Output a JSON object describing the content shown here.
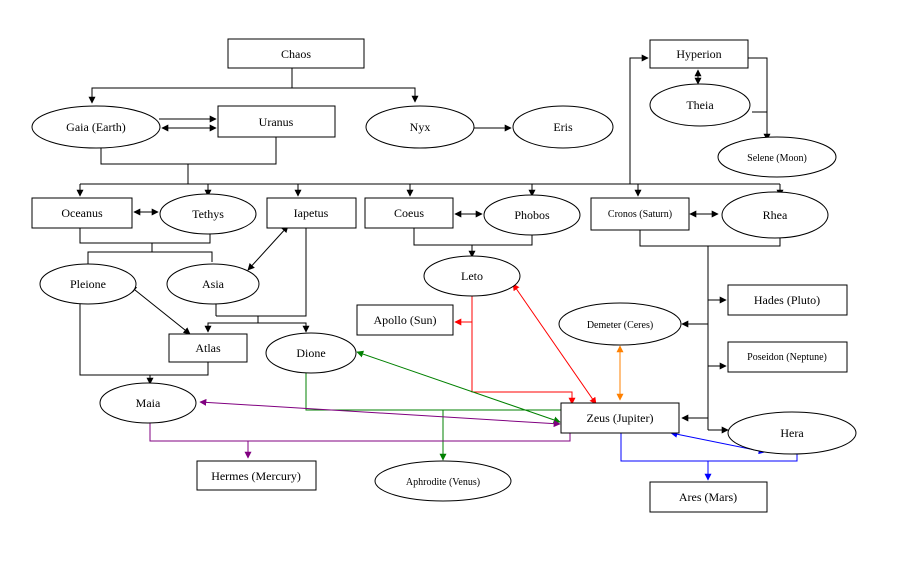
{
  "nodes": [
    {
      "id": "chaos",
      "label": "Chaos",
      "shape": "rect"
    },
    {
      "id": "gaia",
      "label": "Gaia (Earth)",
      "shape": "ellipse"
    },
    {
      "id": "uranus",
      "label": "Uranus",
      "shape": "rect"
    },
    {
      "id": "nyx",
      "label": "Nyx",
      "shape": "ellipse"
    },
    {
      "id": "eris",
      "label": "Eris",
      "shape": "ellipse"
    },
    {
      "id": "hyperion",
      "label": "Hyperion",
      "shape": "rect"
    },
    {
      "id": "theia",
      "label": "Theia",
      "shape": "ellipse"
    },
    {
      "id": "selene",
      "label": "Selene (Moon)",
      "shape": "ellipse"
    },
    {
      "id": "oceanus",
      "label": "Oceanus",
      "shape": "rect"
    },
    {
      "id": "tethys",
      "label": "Tethys",
      "shape": "ellipse"
    },
    {
      "id": "iapetus",
      "label": "Iapetus",
      "shape": "rect"
    },
    {
      "id": "coeus",
      "label": "Coeus",
      "shape": "rect"
    },
    {
      "id": "phobos",
      "label": "Phobos",
      "shape": "ellipse"
    },
    {
      "id": "cronos",
      "label": "Cronos (Saturn)",
      "shape": "rect"
    },
    {
      "id": "rhea",
      "label": "Rhea",
      "shape": "ellipse"
    },
    {
      "id": "pleione",
      "label": "Pleione",
      "shape": "ellipse"
    },
    {
      "id": "asia",
      "label": "Asia",
      "shape": "ellipse"
    },
    {
      "id": "leto",
      "label": "Leto",
      "shape": "ellipse"
    },
    {
      "id": "apollo",
      "label": "Apollo (Sun)",
      "shape": "rect"
    },
    {
      "id": "hades",
      "label": "Hades (Pluto)",
      "shape": "rect"
    },
    {
      "id": "demeter",
      "label": "Demeter (Ceres)",
      "shape": "ellipse"
    },
    {
      "id": "atlas",
      "label": "Atlas",
      "shape": "rect"
    },
    {
      "id": "dione",
      "label": "Dione",
      "shape": "ellipse"
    },
    {
      "id": "poseidon",
      "label": "Poseidon (Neptune)",
      "shape": "rect"
    },
    {
      "id": "maia",
      "label": "Maia",
      "shape": "ellipse"
    },
    {
      "id": "zeus",
      "label": "Zeus (Jupiter)",
      "shape": "rect"
    },
    {
      "id": "hera",
      "label": "Hera",
      "shape": "ellipse"
    },
    {
      "id": "hermes",
      "label": "Hermes (Mercury)",
      "shape": "rect"
    },
    {
      "id": "aphrodite",
      "label": "Aphrodite (Venus)",
      "shape": "ellipse"
    },
    {
      "id": "ares",
      "label": "Ares (Mars)",
      "shape": "rect"
    }
  ],
  "edge_colors": {
    "default": "#000000",
    "leto_line": "#ff0000",
    "dione_line": "#008000",
    "maia_line": "#800080",
    "demeter_line": "#ff8000",
    "hera_line": "#0000ff"
  }
}
